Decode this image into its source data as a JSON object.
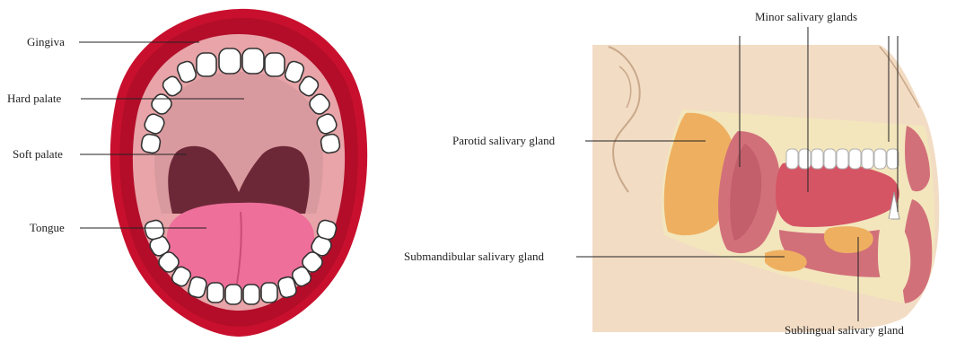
{
  "figure": {
    "mouth_panel": {
      "labels": {
        "gingiva": "Gingiva",
        "hard_palate": "Hard palate",
        "soft_palate": "Soft palate",
        "tongue": "Tongue"
      },
      "colors": {
        "lips": "#c8102e",
        "lips_shadow": "#8b0a1f",
        "gum": "#e8a4a8",
        "palate": "#d99a9f",
        "throat": "#6d2838",
        "tongue": "#ee6f9a",
        "teeth": "#ffffff",
        "teeth_outline": "#333333"
      }
    },
    "head_panel": {
      "labels": {
        "minor_salivary_glands": "Minor salivary glands",
        "parotid_salivary_gland": "Parotid salivary gland",
        "submandibular_salivary_gland": "Submandibular salivary gland",
        "sublingual_salivary_gland": "Sublingual salivary gland"
      },
      "colors": {
        "skin": "#f2dcc4",
        "skin_outline": "#c9a88a",
        "gland": "#eeb060",
        "muscle": "#d2707a",
        "muscle_dark": "#a64050",
        "tongue": "#d55565",
        "jaw": "#f3e6bd",
        "teeth": "#ffffff"
      }
    }
  }
}
